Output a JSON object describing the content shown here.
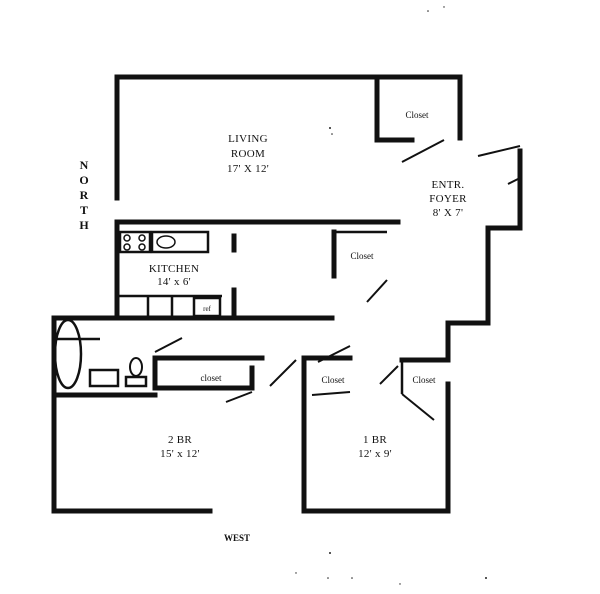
{
  "rooms": {
    "living": {
      "name_line1": "LIVING",
      "name_line2": "ROOM",
      "size": "17' X 12'"
    },
    "foyer": {
      "name_line1": "ENTR.",
      "name_line2": "FOYER",
      "size": "8' X 7'"
    },
    "kitchen": {
      "name": "KITCHEN",
      "size": "14' x 6'",
      "appliance": "ref"
    },
    "br2": {
      "name": "2 BR",
      "size": "15' x 12'",
      "closet": "closet"
    },
    "br1": {
      "name": "1 BR",
      "size": "12' x 9'"
    }
  },
  "closets": {
    "living": "Closet",
    "hall": "Closet",
    "br1_left": "Closet",
    "br1_right": "Closet"
  },
  "compass": {
    "north": [
      "N",
      "O",
      "R",
      "T",
      "H"
    ],
    "west": "WEST"
  }
}
